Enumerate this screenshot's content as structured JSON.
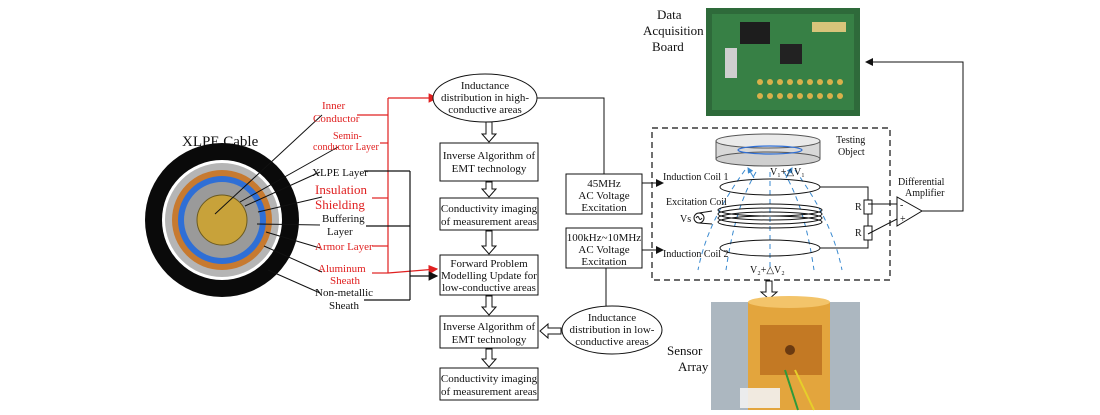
{
  "cable": {
    "title": "XLPE Cable",
    "layers": {
      "inner_conductor": [
        "Inner",
        "Conductor"
      ],
      "semiconductor": [
        "Semin-",
        "conductor Layer"
      ],
      "xlpe": [
        "XLPE Layer"
      ],
      "insulation_shielding": [
        "Insulation",
        "Shielding"
      ],
      "buffering": [
        "Buffering",
        "Layer"
      ],
      "armor": [
        "Armor Layer"
      ],
      "aluminum_sheath": [
        "Aluminum",
        "Sheath"
      ],
      "nonmetallic_sheath": [
        "Non-metallic",
        "Sheath"
      ]
    },
    "colors": {
      "outer_sheath": "#0a0a0a",
      "aluminum": "#b5b5b5",
      "armor": "#c77a30",
      "shielding": "#2f6fd6",
      "xlpe": "#9a9a9a",
      "conductor": "#c8a23a",
      "red_label": "#e02020"
    }
  },
  "flow": {
    "inductance_high": [
      "Inductance",
      "distribution in high-",
      "conductive areas"
    ],
    "inverse_1": [
      "Inverse Algorithm of",
      "EMT technology"
    ],
    "conductivity_1": [
      "Conductivity imaging",
      "of measurement areas"
    ],
    "forward": [
      "Forward Problem",
      "Modelling Update for",
      "low-conductive areas"
    ],
    "inverse_2": [
      "Inverse Algorithm of",
      "EMT technology"
    ],
    "conductivity_2": [
      "Conductivity imaging",
      "of measurement areas"
    ],
    "inductance_low": [
      "Inductance",
      "distribution in low-",
      "conductive areas"
    ]
  },
  "excitation": {
    "high": [
      "45MHz",
      "AC Voltage",
      "Excitation"
    ],
    "low": [
      "100kHz~10MHz",
      "AC Voltage",
      "Excitation"
    ]
  },
  "sensor": {
    "induction_coil_1": "Induction Coil 1",
    "excitation_coil": "Excitation Coil",
    "vs": "Vs",
    "induction_coil_2": "Induction Coil 2",
    "v1": "V₁+△V₁",
    "v2": "V₂+△V₂",
    "testing_object": [
      "Testing",
      "Object"
    ],
    "r_label": "R",
    "differential_amplifier": [
      "Differential",
      "Amplifier"
    ],
    "minus": "-",
    "plus": "+"
  },
  "board": {
    "label": [
      "Data",
      "Acquisition",
      "Board"
    ]
  },
  "sensor_array": {
    "label": [
      "Sensor",
      "Array"
    ]
  }
}
